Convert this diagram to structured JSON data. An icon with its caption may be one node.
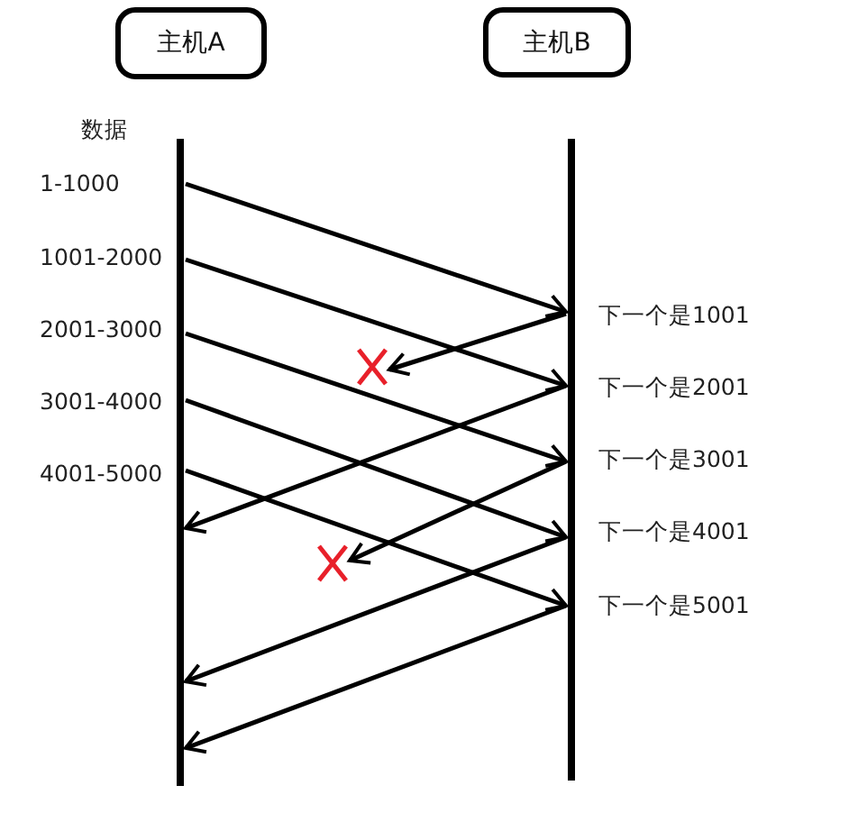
{
  "diagram": {
    "nodes": [
      {
        "text": [
          "主机A"
        ]
      },
      {
        "text": [
          "主机B"
        ]
      },
      {
        "text": [],
        "shape": "bar"
      },
      {
        "text": [],
        "shape": "bar"
      },
      {
        "text": [],
        "shape": "cross"
      },
      {
        "text": [],
        "shape": "cross"
      }
    ],
    "edges": [
      {
        "from": 2,
        "to": 3,
        "arrow": "to"
      },
      {
        "from": 3,
        "to": 4,
        "arrow": "to"
      },
      {
        "from": 2,
        "to": 3,
        "arrow": "to"
      },
      {
        "from": 3,
        "to": 2,
        "arrow": "to"
      },
      {
        "from": 2,
        "to": 3,
        "arrow": "to"
      },
      {
        "from": 3,
        "to": 5,
        "arrow": "to"
      },
      {
        "from": 2,
        "to": 3,
        "arrow": "to"
      },
      {
        "from": 3,
        "to": 2,
        "arrow": "to"
      },
      {
        "from": 2,
        "to": 3,
        "arrow": "to"
      },
      {
        "from": 3,
        "to": 2,
        "arrow": "to"
      }
    ],
    "labels": [
      "数据",
      "1-1000",
      "1001-2000",
      "2001-3000",
      "3001-4000",
      "4001-5000",
      "下一个是1001",
      "下一个是2001",
      "下一个是3001",
      "下一个是4001",
      "下一个是5001"
    ]
  }
}
